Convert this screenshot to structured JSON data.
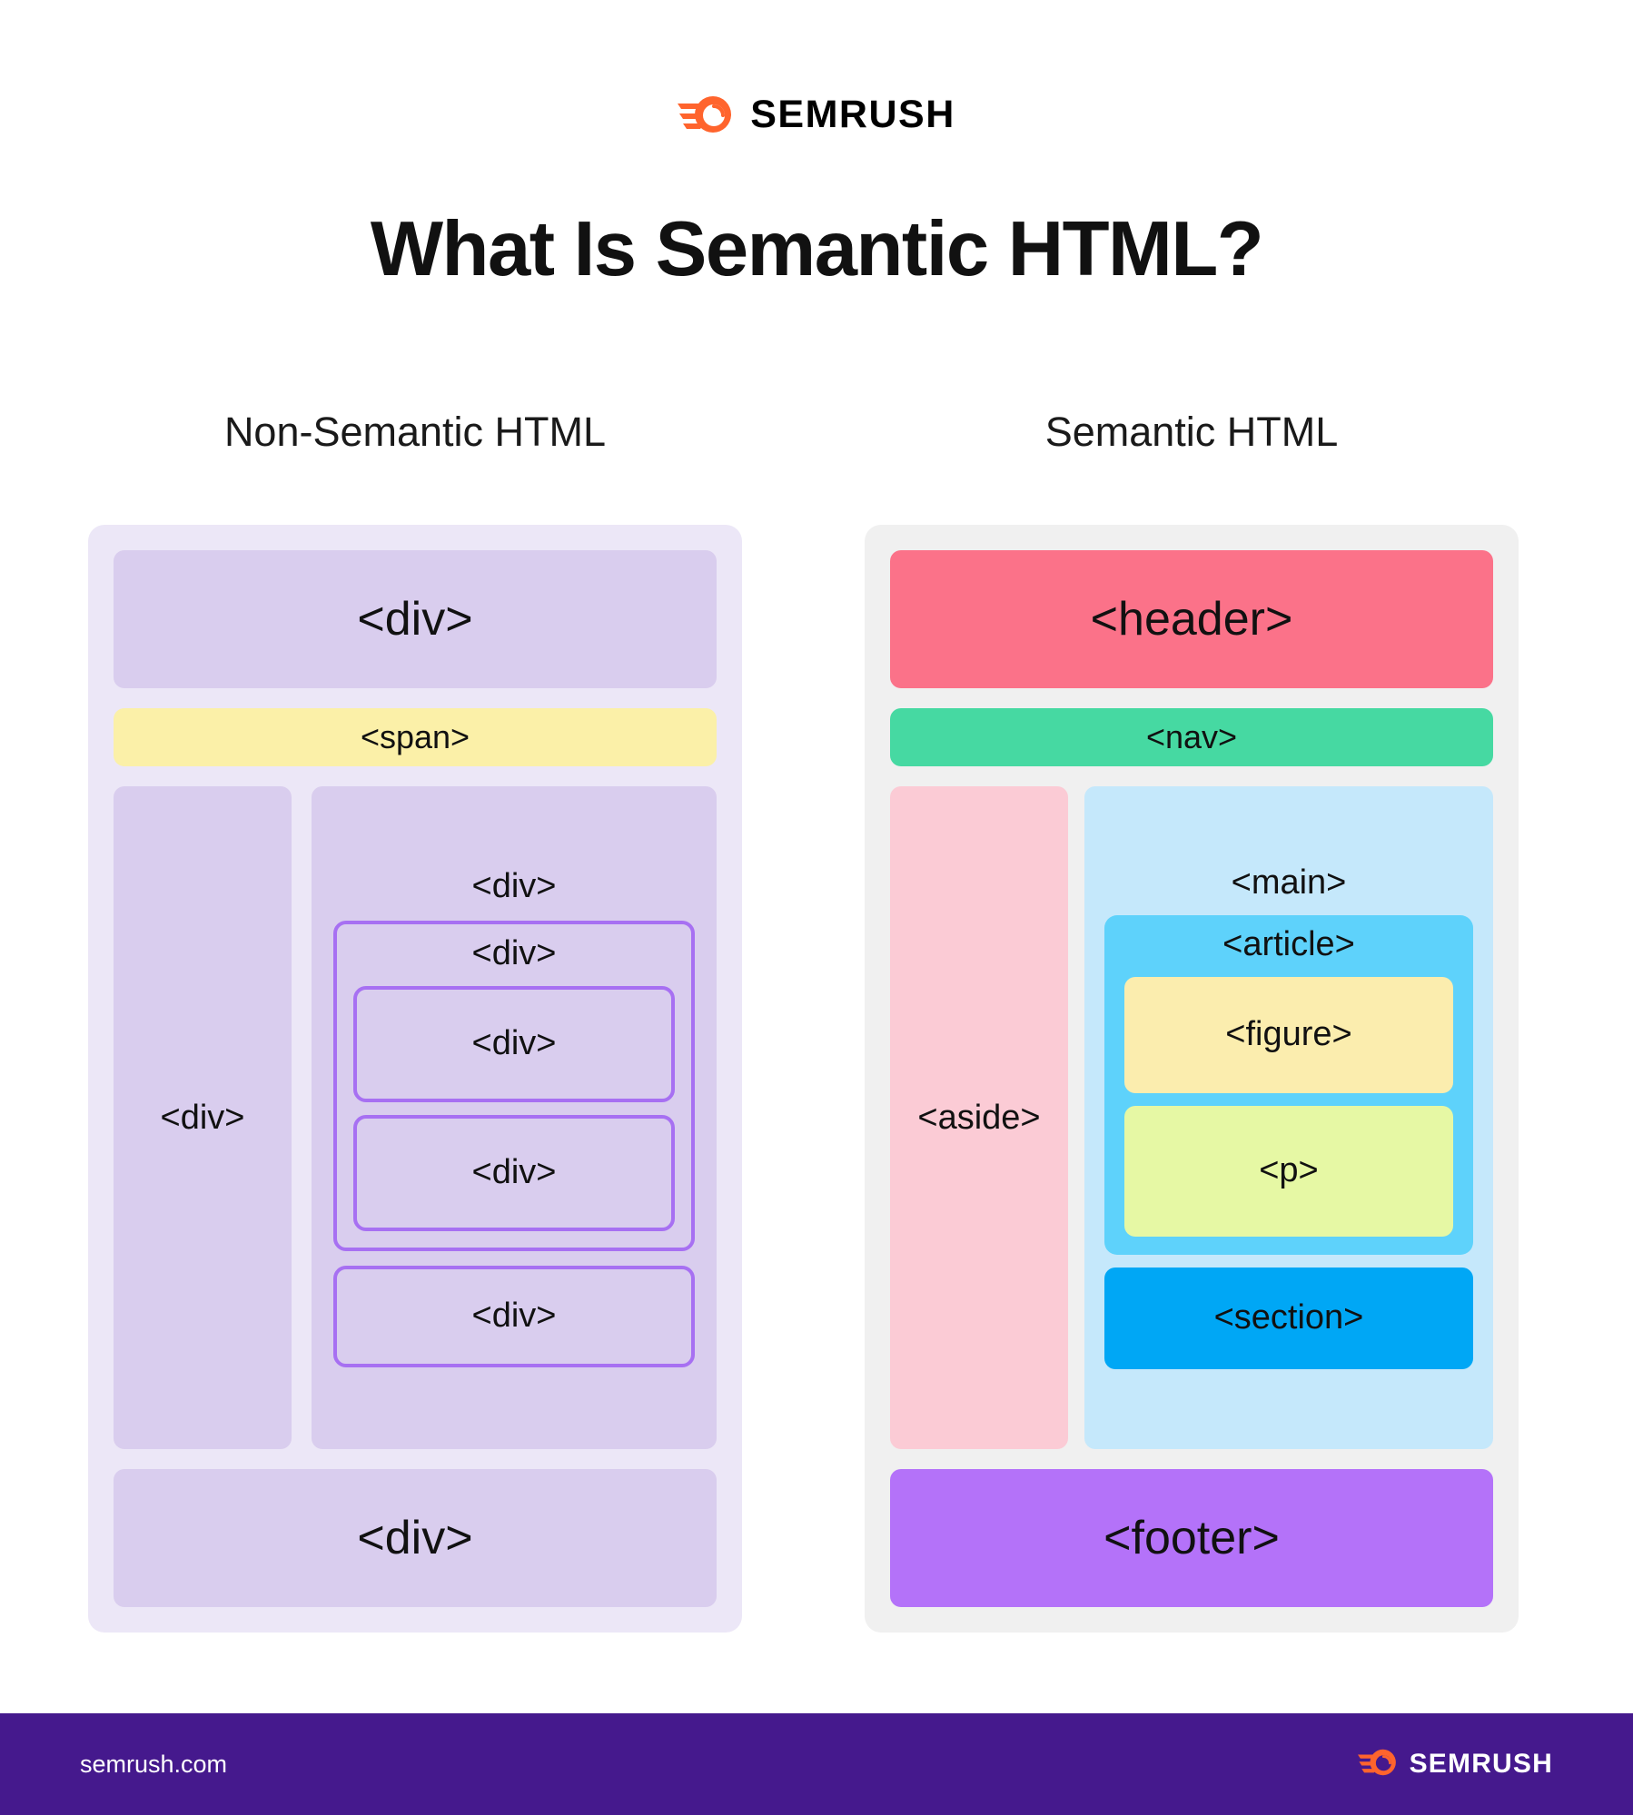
{
  "brand": {
    "name": "SEMRUSH",
    "logo_icon": "semrush-comet-icon",
    "accent": "#ff642d"
  },
  "title": "What Is Semantic HTML?",
  "columns": {
    "left": {
      "heading": "Non-Semantic HTML",
      "panel_bg": "#ece7f7",
      "block_bg": "#d9cdee",
      "border": "#a770f2",
      "top": "<div>",
      "span": "<span>",
      "span_bg": "#fbf0a8",
      "aside": "<div>",
      "main": "<div>",
      "nested_1": "<div>",
      "nested_2": "<div>",
      "nested_3": "<div>",
      "nested_4": "<div>",
      "bottom": "<div>"
    },
    "right": {
      "heading": "Semantic HTML",
      "panel_bg": "#f0f0f0",
      "header": "<header>",
      "header_bg": "#fb7289",
      "nav": "<nav>",
      "nav_bg": "#46d9a2",
      "aside": "<aside>",
      "aside_bg": "#fbcbd5",
      "main": "<main>",
      "main_bg": "#c5e8fb",
      "article": "<article>",
      "article_bg": "#5ed2fb",
      "figure": "<figure>",
      "figure_bg": "#fbedae",
      "paragraph": "<p>",
      "paragraph_bg": "#e6f8a4",
      "section": "<section>",
      "section_bg": "#00a7f5",
      "footer": "<footer>",
      "footer_bg": "#b472f9"
    }
  },
  "footer_bar": {
    "url": "semrush.com",
    "bg": "#45198d",
    "brand": "SEMRUSH"
  }
}
